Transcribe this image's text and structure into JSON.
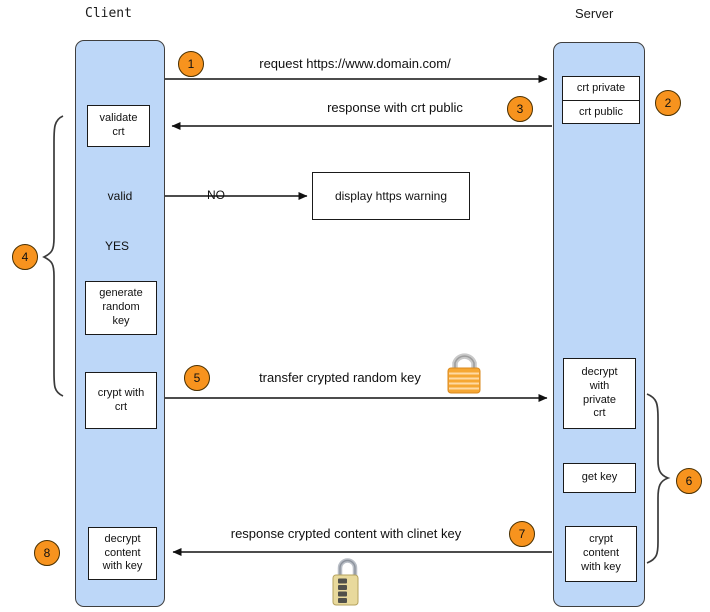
{
  "lanes": {
    "client": {
      "title": "Client"
    },
    "server": {
      "title": "Server"
    }
  },
  "client_nodes": {
    "validate_crt": "validate\ncrt",
    "valid_decision": "valid",
    "generate_random_key": "generate\nrandom\nkey",
    "crypt_with_crt": "crypt with\ncrt",
    "decrypt_content_with_key": "decrypt\ncontent\nwith key"
  },
  "server_nodes": {
    "crt_private": "crt private",
    "crt_public": "crt public",
    "decrypt_with_private_crt": "decrypt\nwith\nprivate\ncrt",
    "get_key": "get key",
    "crypt_content_with_key": "crypt\ncontent\nwith key"
  },
  "warning_node": "display https warning",
  "flow_labels": {
    "no": "NO",
    "yes": "YES"
  },
  "messages": {
    "request": "request https://www.domain.com/",
    "response_crt": "response with crt public",
    "transfer_key": "transfer crypted random key",
    "response_content": "response crypted content with clinet key"
  },
  "steps": {
    "s1": "1",
    "s2": "2",
    "s3": "3",
    "s4": "4",
    "s5": "5",
    "s6": "6",
    "s7": "7",
    "s8": "8"
  },
  "icons": {
    "transfer_lock": "closed-padlock-icon",
    "response_lock": "combination-padlock-icon"
  },
  "colors": {
    "lane_fill": "#bdd7f8",
    "lane_border": "#3f3f3f",
    "step_fill": "#f7931e",
    "box_fill": "#ffffff",
    "line": "#111111"
  }
}
